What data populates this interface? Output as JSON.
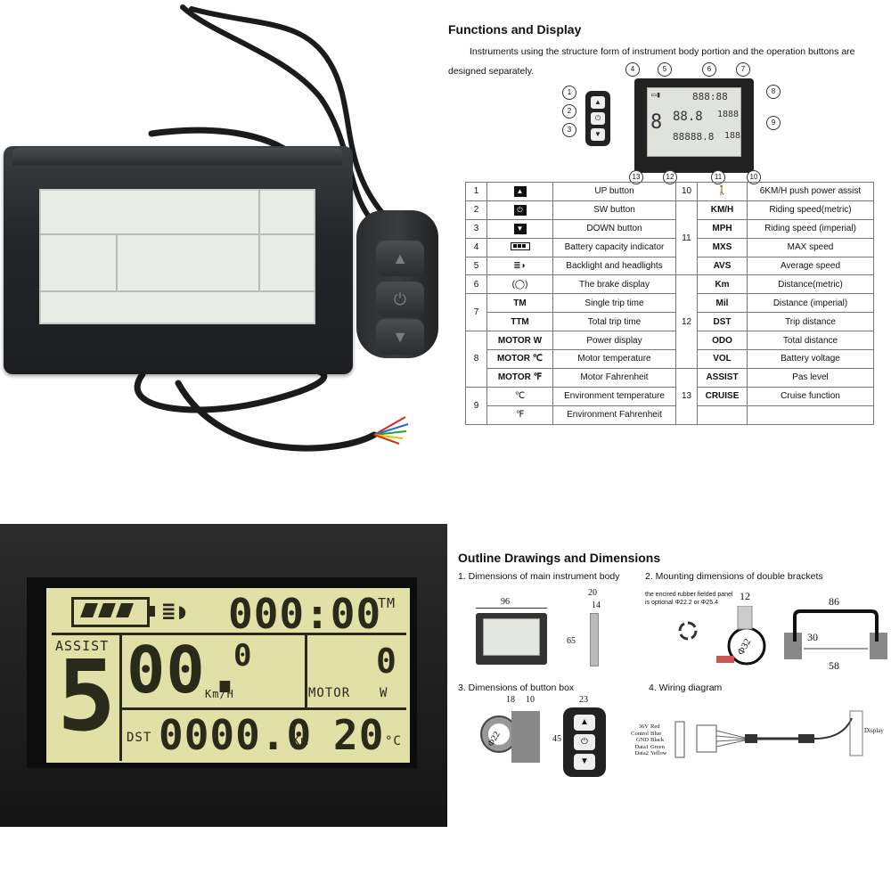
{
  "functions": {
    "title": "Functions and Display",
    "description": "Instruments using the structure form of instrument body portion and the operation buttons are designed separately.",
    "callouts": [
      "1",
      "2",
      "3",
      "4",
      "5",
      "6",
      "7",
      "8",
      "9",
      "10",
      "11",
      "12",
      "13"
    ],
    "left_rows": [
      {
        "num": "1",
        "icon": "up-arrow-icon",
        "desc": "UP button"
      },
      {
        "num": "2",
        "icon": "power-icon",
        "desc": "SW button"
      },
      {
        "num": "3",
        "icon": "down-arrow-icon",
        "desc": "DOWN button"
      },
      {
        "num": "4",
        "icon": "battery-icon",
        "desc": "Battery capacity indicator"
      },
      {
        "num": "5",
        "icon": "headlight-icon",
        "desc": "Backlight and headlights"
      },
      {
        "num": "6",
        "icon": "brake-icon",
        "desc": "The brake display"
      },
      {
        "num": "7",
        "code_a": "TM",
        "desc_a": "Single trip time",
        "code_b": "TTM",
        "desc_b": "Total trip time"
      },
      {
        "num": "8",
        "code_a": "MOTOR W",
        "desc_a": "Power display",
        "code_b": "MOTOR ℃",
        "desc_b": "Motor temperature",
        "code_c": "MOTOR ℉",
        "desc_c": "Motor Fahrenheit"
      },
      {
        "num": "9",
        "code_a": "℃",
        "desc_a": "Environment temperature",
        "code_b": "℉",
        "desc_b": "Environment Fahrenheit"
      }
    ],
    "right_rows": {
      "r10": {
        "num": "10",
        "icon": "walk-icon",
        "desc": "6KM/H push power assist"
      },
      "r11": {
        "num": "11",
        "items": [
          {
            "code": "KM/H",
            "desc": "Riding speed(metric)"
          },
          {
            "code": "MPH",
            "desc": "Riding speed (imperial)"
          },
          {
            "code": "MXS",
            "desc": "MAX speed"
          },
          {
            "code": "AVS",
            "desc": "Average speed"
          }
        ]
      },
      "r12": {
        "num": "12",
        "items": [
          {
            "code": "Km",
            "desc": "Distance(metric)"
          },
          {
            "code": "Mil",
            "desc": "Distance (imperial)"
          },
          {
            "code": "DST",
            "desc": "Trip distance"
          },
          {
            "code": "ODO",
            "desc": "Total distance"
          },
          {
            "code": "VOL",
            "desc": "Battery voltage"
          }
        ]
      },
      "r13": {
        "num": "13",
        "items": [
          {
            "code": "ASSIST",
            "desc": "Pas level"
          },
          {
            "code": "CRUISE",
            "desc": "Cruise function"
          }
        ]
      }
    }
  },
  "lcd": {
    "time": "000:00",
    "time_unit": "TM",
    "assist_label": "ASSIST",
    "assist_level": "5",
    "speed": "00.",
    "speed_decimal": "0",
    "speed_unit": "Km/H",
    "motor_label": "MOTOR",
    "motor_value": "0",
    "motor_unit": "W",
    "dst_label": "DST",
    "distance": "0000.0",
    "distance_unit": "Km",
    "temperature": "20",
    "temp_unit": "°C"
  },
  "outline": {
    "title": "Outline Drawings and Dimensions",
    "sec1": "1. Dimensions of main instrument body",
    "sec2": "2. Mounting dimensions of double brackets",
    "sec3": "3. Dimensions of button box",
    "sec4": "4. Wiring diagram",
    "dims": {
      "w96": "96",
      "h65": "65",
      "d20": "20",
      "d14": "14",
      "d12": "12",
      "d86": "86",
      "d30": "30",
      "d58": "58",
      "phi32": "Φ32",
      "d18": "18",
      "d10": "10",
      "d23": "23",
      "h45": "45",
      "phi22": "Φ22"
    },
    "rubber_note_1": "the encired rubber fielded panel",
    "rubber_note_2": "is optional Φ22.2 or Φ25.4",
    "wires": {
      "left": [
        "36V",
        "Control",
        "GND",
        "Data1",
        "Data2"
      ],
      "colors": [
        "Red",
        "Blue",
        "Black",
        "Green",
        "Yellow"
      ],
      "display_label": "Display"
    }
  }
}
